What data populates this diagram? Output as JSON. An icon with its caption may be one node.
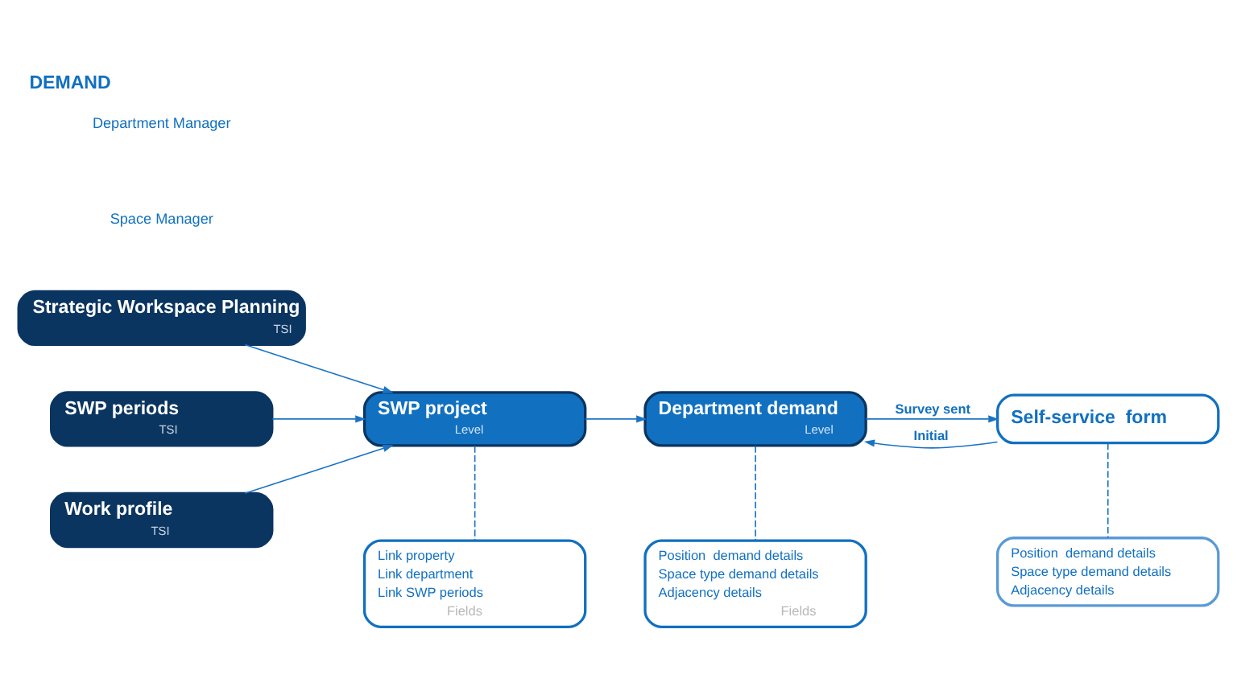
{
  "diagram": {
    "title": "DEMAND",
    "nodes": [
      {
        "text": [
          "Strategic Workspace Planning",
          "TSI"
        ]
      },
      {
        "text": [
          "SWP periods",
          "TSI"
        ]
      },
      {
        "text": [
          "Work profile",
          "TSI"
        ]
      },
      {
        "text": [
          "SWP project",
          "Level"
        ]
      },
      {
        "text": [
          "Department demand",
          "Level"
        ]
      },
      {
        "text": [
          "Self-service  form"
        ]
      },
      {
        "text": [
          "Link property",
          "Link department",
          "Link SWP periods",
          "Fields"
        ]
      },
      {
        "text": [
          "Position  demand details",
          "Space type demand details",
          "Adjacency details",
          "Fields"
        ]
      },
      {
        "text": [
          "Position  demand details",
          "Space type demand details",
          "Adjacency details"
        ]
      }
    ],
    "edges": [
      {
        "from": 0,
        "to": 3,
        "arrow": "to"
      },
      {
        "from": 1,
        "to": 3,
        "arrow": "to"
      },
      {
        "from": 2,
        "to": 3,
        "arrow": "to"
      },
      {
        "from": 3,
        "to": 4,
        "arrow": "to"
      },
      {
        "from": 4,
        "to": 5,
        "arrow": "to",
        "label": "Survey sent"
      },
      {
        "from": 5,
        "to": 4,
        "arrow": "to",
        "label": "Initial"
      },
      {
        "from": 3,
        "to": 6,
        "arrow": "none",
        "style": "dashed"
      },
      {
        "from": 4,
        "to": 7,
        "arrow": "none",
        "style": "dashed"
      },
      {
        "from": 5,
        "to": 8,
        "arrow": "none",
        "style": "dashed"
      }
    ],
    "labels": [
      "Space Manager",
      "Department Manager"
    ]
  }
}
